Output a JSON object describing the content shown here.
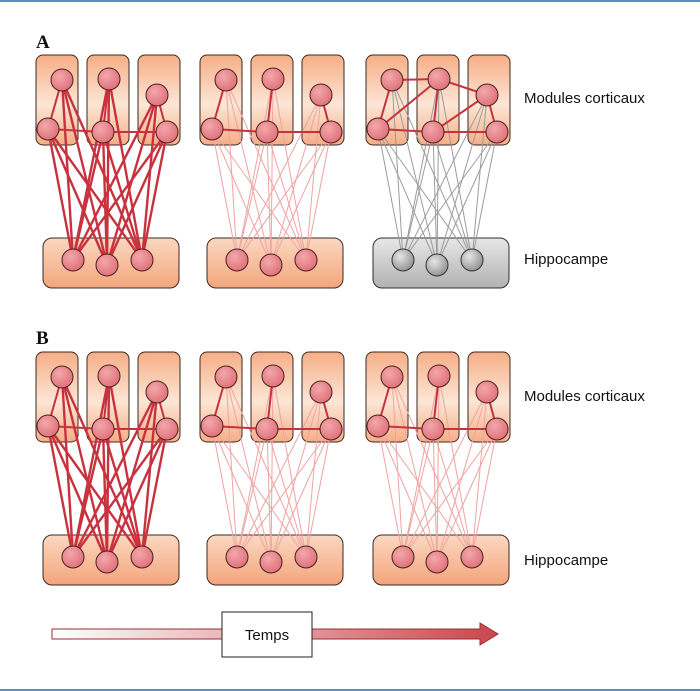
{
  "panels": [
    {
      "letter": "A",
      "cortex_label": "Modules corticaux",
      "hippo_label": "Hippocampe",
      "stages": [
        {
          "cortex_inner": "strong",
          "hc_links": "strong",
          "hippo_style": "active"
        },
        {
          "cortex_inner": "strong",
          "hc_links": "faint",
          "hippo_style": "active"
        },
        {
          "cortex_inner": "full",
          "hc_links": "gray",
          "hippo_style": "gray"
        }
      ]
    },
    {
      "letter": "B",
      "cortex_label": "Modules corticaux",
      "hippo_label": "Hippocampe",
      "stages": [
        {
          "cortex_inner": "strong",
          "hc_links": "strong",
          "hippo_style": "active"
        },
        {
          "cortex_inner": "strong",
          "hc_links": "faint",
          "hippo_style": "active"
        },
        {
          "cortex_inner": "strong",
          "hc_links": "faint",
          "hippo_style": "active"
        }
      ]
    }
  ],
  "time_axis": {
    "label": "Temps"
  },
  "colors": {
    "frame": "#5b8fc9",
    "module_top": "#f7b58f",
    "module_mid": "#fce3d2",
    "neuron": "#e8838a",
    "link_strong": "#c8323f",
    "link_faint": "#f0a2a2",
    "link_gray": "#9b9b9b",
    "neuron_gray": "#a3a3a3"
  }
}
